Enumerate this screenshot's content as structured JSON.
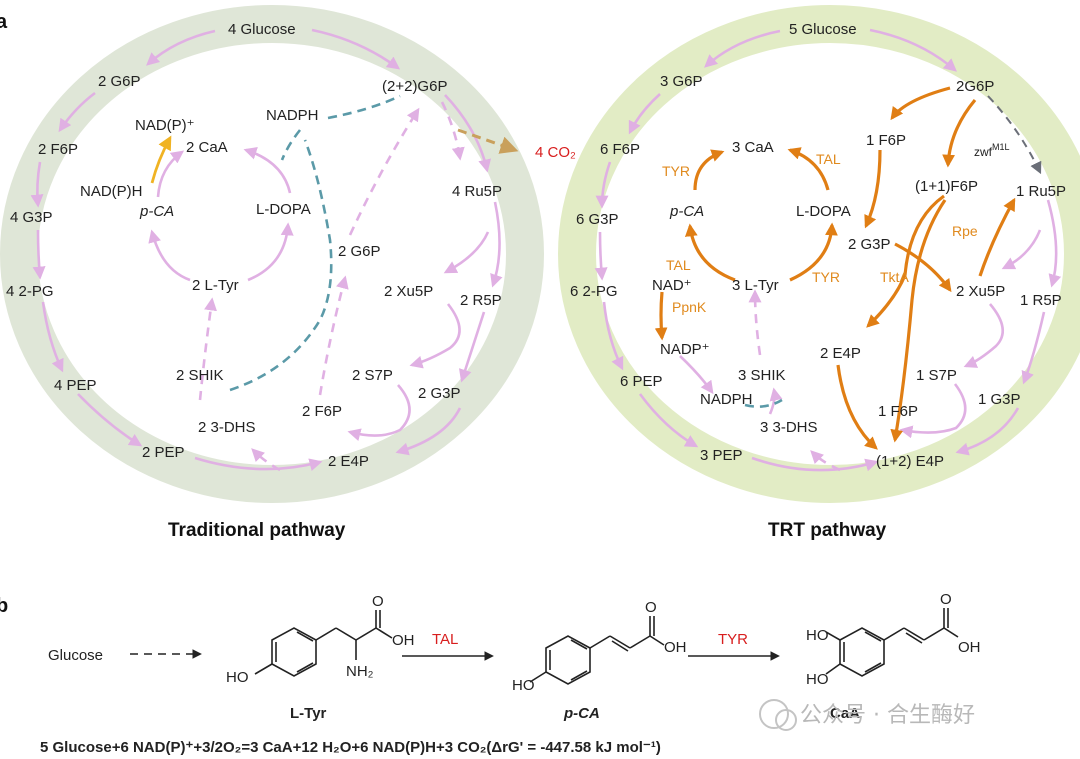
{
  "panels": {
    "a": "a",
    "b": "b"
  },
  "traditional": {
    "title": "Traditional pathway",
    "glucose": "4 Glucose",
    "g6p_left": "2 G6P",
    "f6p": "2 F6P",
    "g3p_left": "4 G3P",
    "pg": "4 2-PG",
    "pep_left": "4 PEP",
    "pep_bottom": "2 PEP",
    "g6p_top": "(2+2)G6P",
    "ru5p": "4 Ru5P",
    "xu5p": "2 Xu5P",
    "r5p": "2 R5P",
    "s7p": "2 S7P",
    "g3p_right": "2 G3P",
    "f6p_inner": "2 F6P",
    "e4p": "2 E4P",
    "dhs": "2 3-DHS",
    "shik": "2 SHIK",
    "ltyr": "2 L-Tyr",
    "pca": "p-CA",
    "caa": "2 CaA",
    "ldopa": "L-DOPA",
    "nadph": "NADPH",
    "g6p_mid": "2 G6P",
    "nadp_plus": "NAD(P)⁺",
    "nadph_left": "NAD(P)H"
  },
  "co2": "4 CO₂",
  "trt": {
    "title": "TRT pathway",
    "glucose": "5 Glucose",
    "g6p_left": "3 G6P",
    "f6p_left": "6 F6P",
    "g3p_left": "6 G3P",
    "pg": "6 2-PG",
    "pep_left": "6 PEP",
    "pep_bottom": "3 PEP",
    "g6p_top": "2G6P",
    "f6p_1": "1 F6P",
    "f6p_11": "(1+1)F6P",
    "zwf": "zwf",
    "zwf_sup": "M1L",
    "ru5p": "1 Ru5P",
    "rpe": "Rpe",
    "g3p_2": "2 G3P",
    "tkta": "TktA",
    "xu5p": "2 Xu5P",
    "r5p": "1 R5P",
    "e4p_2": "2 E4P",
    "s7p": "1 S7P",
    "g3p_1": "1 G3P",
    "f6p_bottom": "1 F6P",
    "e4p_12": "(1+2) E4P",
    "dhs": "3 3-DHS",
    "shik": "3 SHIK",
    "nadph": "NADPH",
    "nadp_plus": "NADP⁺",
    "nad_plus": "NAD⁺",
    "ppnk": "PpnK",
    "tal_low": "TAL",
    "ltyr": "3 L-Tyr",
    "pca": "p-CA",
    "tyr_left": "TYR",
    "caa": "3 CaA",
    "tal_top": "TAL",
    "ldopa": "L-DOPA",
    "tyr_right": "TYR"
  },
  "reaction": {
    "glucose": "Glucose",
    "ltyr": "L-Tyr",
    "pca": "p-CA",
    "caa": "CaA",
    "tal": "TAL",
    "tyr": "TYR",
    "ho": "HO",
    "oh": "OH",
    "o": "O",
    "nh2": "NH₂",
    "equation": "5 Glucose+6 NAD(P)⁺+3/2O₂=3 CaA+12 H₂O+6 NAD(P)H+3 CO₂(ΔrG' = -447.58 kJ mol⁻¹)"
  },
  "watermark": "公众号 · 合生酶好",
  "colors": {
    "ring_left": "#dfe6d7",
    "ring_right": "#e2ecc5",
    "pink": "#e0b0e3",
    "orange": "#e07e14",
    "teal": "#5b9aa8",
    "enzyme_text": "#e08a1e",
    "co2_text": "#d81e1e"
  }
}
